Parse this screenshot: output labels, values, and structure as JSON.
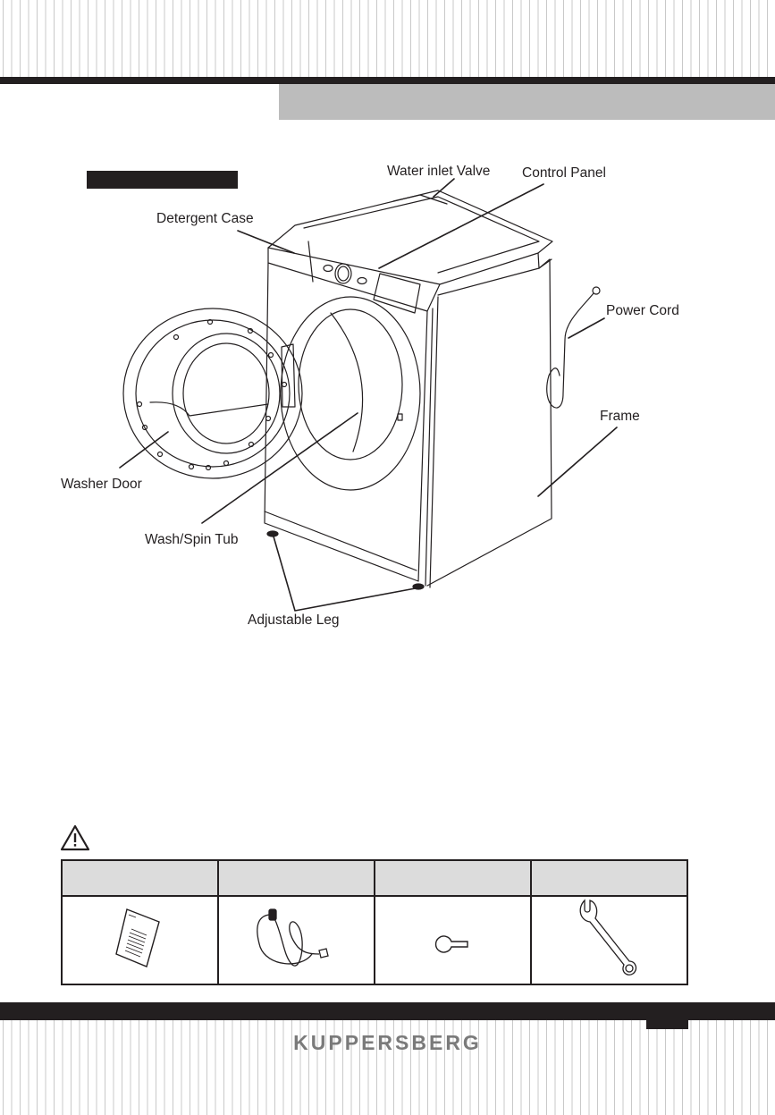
{
  "header": {
    "banner_title": "",
    "section_label": ""
  },
  "diagram": {
    "labels": {
      "water_inlet_valve": "Water inlet Valve",
      "control_panel": "Control Panel",
      "detergent_case": "Detergent Case",
      "power_cord": "Power Cord",
      "frame": "Frame",
      "washer_door": "Washer Door",
      "wash_spin_tub": "Wash/Spin Tub",
      "adjustable_leg": "Adjustable Leg"
    }
  },
  "accessories": {
    "warning_icon": "warning-triangle-icon",
    "columns": [
      {
        "header": "",
        "icon": "manual-booklet-icon"
      },
      {
        "header": "",
        "icon": "inlet-hose-icon"
      },
      {
        "header": "",
        "icon": "transit-bolt-plug-icon"
      },
      {
        "header": "",
        "icon": "wrench-icon"
      }
    ]
  },
  "footer": {
    "brand": "KUPPERSBERG",
    "page_number": ""
  },
  "colors": {
    "ink": "#231f20",
    "banner_gray": "#bcbcbc",
    "table_header_gray": "#dcdcdc",
    "brand_gray": "#7a7a7a",
    "stripe_gray": "#c9c9c9"
  }
}
